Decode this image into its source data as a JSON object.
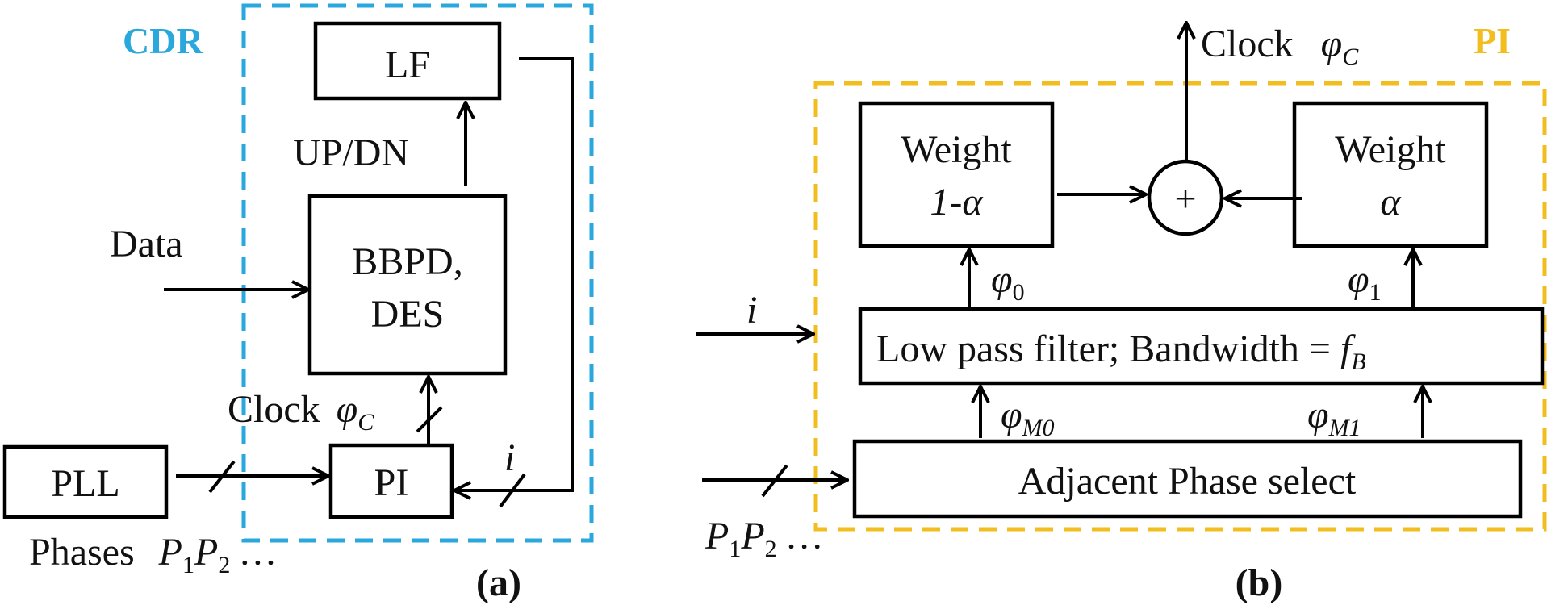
{
  "colors": {
    "cdr_border": "#2aa7dc",
    "pi_border": "#f2bd1f",
    "ink": "#111111"
  },
  "panel_a": {
    "region_label": "CDR",
    "lf": "LF",
    "up_dn": "UP/DN",
    "data": "Data",
    "bbpd_line1": "BBPD,",
    "bbpd_line2": "DES",
    "clock_word": "Clock",
    "phi": "φ",
    "sub_c": "C",
    "pll": "PLL",
    "pi": "PI",
    "i": "i",
    "phases": "Phases",
    "p": "P",
    "one": "1",
    "two": "2",
    "ellipsis": "…",
    "caption": "(a)"
  },
  "panel_b": {
    "region_label": "PI",
    "clock_word": "Clock",
    "phi": "φ",
    "sub_c": "C",
    "weight_word": "Weight",
    "w_left_value": "1-α",
    "w_right_value": "α",
    "sum_symbol": "+",
    "sub_0": "0",
    "sub_1": "1",
    "sub_m0": "M0",
    "sub_m1": "M1",
    "lpf_text": "Low pass filter; Bandwidth = ",
    "f": "f",
    "sub_b": "B",
    "i": "i",
    "phase_select": "Adjacent Phase select",
    "p": "P",
    "one": "1",
    "two": "2",
    "ellipsis": "…",
    "caption": "(b)"
  }
}
